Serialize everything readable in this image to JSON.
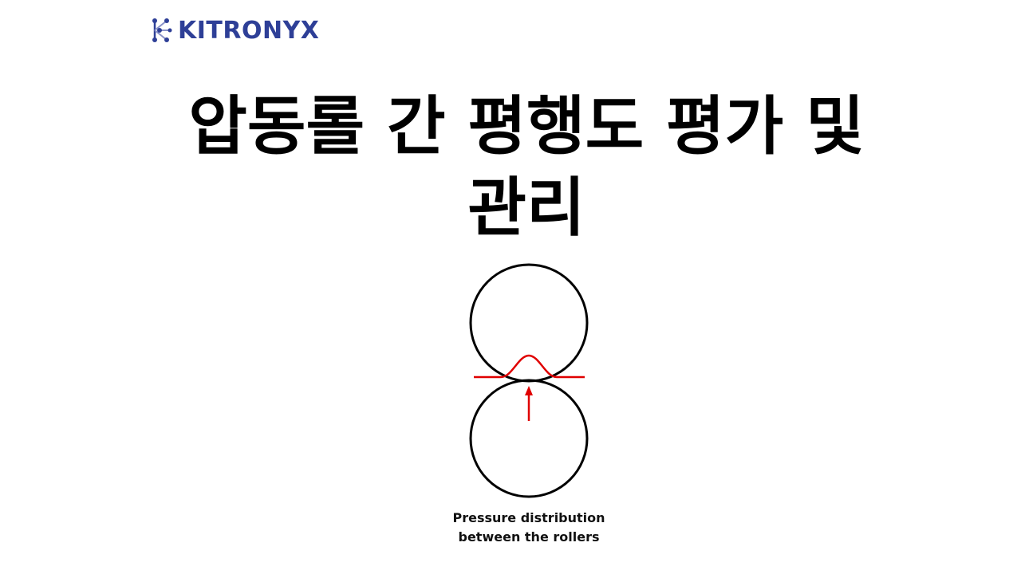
{
  "logo": {
    "text": "KITRONYX",
    "brand_color": "#2e3f97",
    "icon": "kitronyx-network-logo-icon"
  },
  "title": {
    "line1": "압동롤 간 평행도 평가 및",
    "line2": "관리"
  },
  "diagram": {
    "roller_color": "#000000",
    "pressure_color": "#e00000",
    "caption_line1": "Pressure distribution",
    "caption_line2": "between the rollers"
  }
}
